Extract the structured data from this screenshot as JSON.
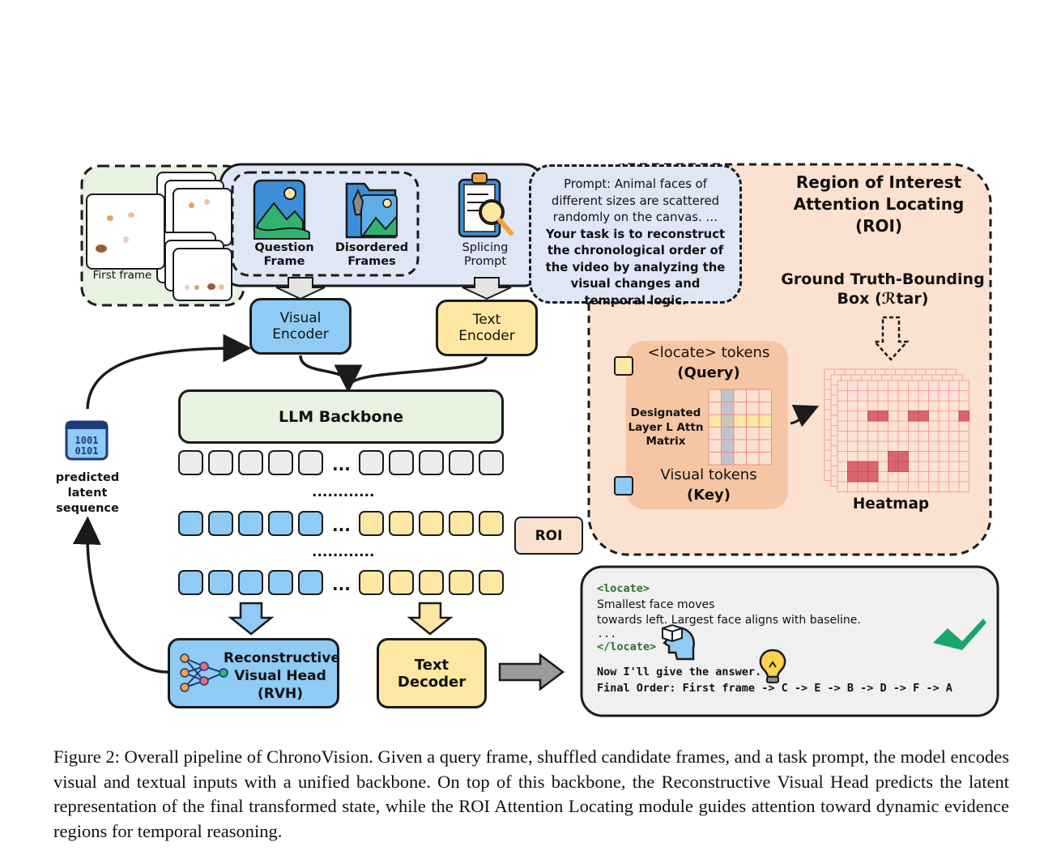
{
  "frames": {
    "first_frame_label": "First frame"
  },
  "inputs": {
    "question_frame": "Question\nFrame",
    "disordered_frames": "Disordered\nFrames",
    "splicing_prompt": "Splicing\nPrompt"
  },
  "prompt": {
    "text_normal": "Prompt: Animal faces of different sizes are scattered randomly on the canvas. … ",
    "text_bold": "Your task is to reconstruct the chronological order of the video by analyzing the visual changes and temporal logic."
  },
  "encoders": {
    "visual": "Visual\nEncoder",
    "text": "Text\nEncoder"
  },
  "backbone": {
    "label": "LLM Backbone"
  },
  "tokens": {
    "ellipsis": "...",
    "row_dots": "............"
  },
  "roi_tag": "ROI",
  "predicted_label": "predicted\nlatent\nsequence",
  "rvh": {
    "label": "Reconstructive\nVisual Head\n(RVH)"
  },
  "text_decoder": {
    "label": "Text\nDecoder"
  },
  "roi_panel": {
    "title": "Region of Interest\nAttention Locating\n(ROI)",
    "gt_box": "Ground Truth-Bounding\nBox (ℛtar)",
    "locate_tokens": "<locate> tokens",
    "query": "(Query)",
    "attn_matrix": "Designated\nLayer L Attn\nMatrix",
    "visual_tokens": "Visual tokens",
    "key": "(Key)",
    "heatmap": "Heatmap"
  },
  "output": {
    "locate_open": "<locate>",
    "line1": "Smallest face moves",
    "line2": "towards left. Largest face aligns with baseline.",
    "line3": "...",
    "locate_close": "</locate>",
    "answer_intro": "Now I'll give the answer.",
    "final_order": "Final Order: First frame -> C -> E -> B -> D -> F -> A"
  },
  "colors": {
    "green_panel": "#e8f2e0",
    "blue_panel": "#dfe6f5",
    "roi_panel": "#fbe1d0",
    "blue_token": "#8fcbf5",
    "yellow_token": "#fde7a2",
    "gray_token": "#ececec",
    "output_bg": "#f0f0f0",
    "check": "#1aa56b"
  },
  "caption": "Figure 2: Overall pipeline of ChronoVision. Given a query frame, shuffled candidate frames, and a task prompt, the model encodes visual and textual inputs with a unified backbone. On top of this backbone, the Reconstructive Visual Head predicts the latent representation of the final transformed state, while the ROI Attention Locating module guides attention toward dynamic evidence regions for temporal reasoning."
}
